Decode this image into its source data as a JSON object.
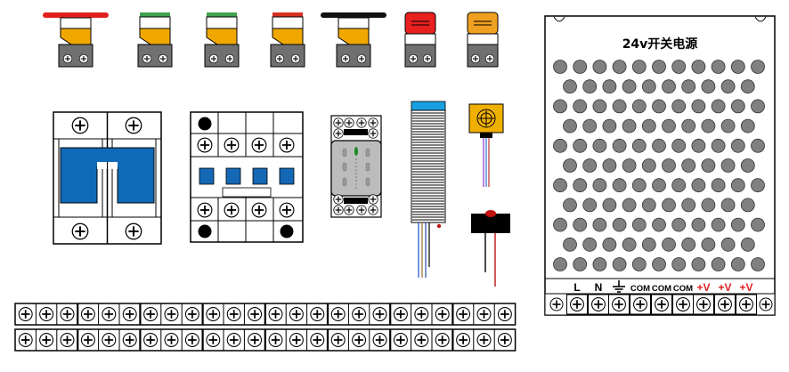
{
  "power_supply": {
    "title": "24v开关电源",
    "terminals": [
      {
        "label": "L",
        "color": "#000000",
        "kind": "text"
      },
      {
        "label": "N",
        "color": "#000000",
        "kind": "text"
      },
      {
        "label": "",
        "color": "#000000",
        "kind": "ground-icon"
      },
      {
        "label": "COM",
        "color": "#000000",
        "kind": "text"
      },
      {
        "label": "COM",
        "color": "#000000",
        "kind": "text"
      },
      {
        "label": "COM",
        "color": "#000000",
        "kind": "text"
      },
      {
        "label": "+V",
        "color": "#e02020",
        "kind": "text"
      },
      {
        "label": "+V",
        "color": "#e02020",
        "kind": "text"
      },
      {
        "label": "+V",
        "color": "#e02020",
        "kind": "text"
      }
    ]
  },
  "push_buttons": [
    {
      "name": "emergency-stop-button",
      "cap_color": "#e02020",
      "style": "long-bar"
    },
    {
      "name": "stop-button",
      "cap_color": "#3fa34d",
      "style": "short"
    },
    {
      "name": "start-button",
      "cap_color": "#3fa34d",
      "style": "short"
    },
    {
      "name": "red-button",
      "cap_color": "#d83020",
      "style": "short"
    },
    {
      "name": "black-button",
      "cap_color": "#111111",
      "style": "long-bar"
    }
  ],
  "indicator_lamps": [
    {
      "name": "red-indicator-lamp",
      "color": "#e82020"
    },
    {
      "name": "yellow-indicator-lamp",
      "color": "#f0a020"
    }
  ],
  "colors": {
    "component_body": "#f0a800",
    "breaker_blue": "#0e6ab8",
    "contactor_blue": "#1468b4",
    "terminal_gray": "#707070",
    "psu_hole": "#808080"
  },
  "terminal_strip": {
    "rows": 2,
    "screws_per_row": 24
  }
}
